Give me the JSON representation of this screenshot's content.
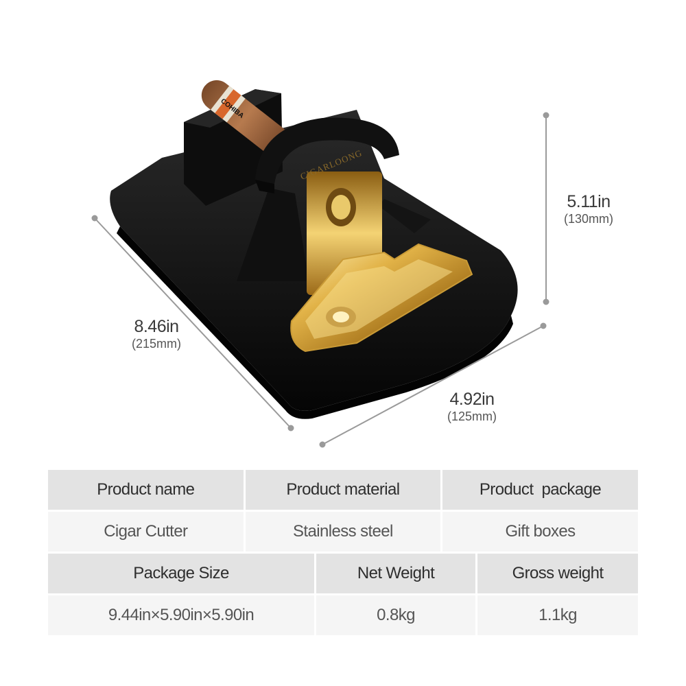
{
  "product": {
    "engraving": "CIGARLOONG",
    "cigar_band": "COHIBA"
  },
  "dimensions": {
    "height": {
      "imperial": "5.11in",
      "metric": "(130mm)"
    },
    "length": {
      "imperial": "8.46in",
      "metric": "(215mm)"
    },
    "width": {
      "imperial": "4.92in",
      "metric": "(125mm)"
    }
  },
  "specs": {
    "row1": {
      "headers": [
        "Product name",
        "Product material",
        "Product  package"
      ],
      "values": [
        "Cigar Cutter",
        "Stainless steel",
        "Gift boxes"
      ]
    },
    "row2": {
      "headers": [
        "Package Size",
        "Net Weight",
        "Gross weight"
      ],
      "values": [
        "9.44in×5.90in×5.90in",
        "0.8kg",
        "1.1kg"
      ]
    }
  },
  "colors": {
    "body": "#0b0b0b",
    "gold": "#d6a53a",
    "header_bg": "#e3e3e3",
    "value_bg": "#f5f5f5",
    "dim_line": "#9a9a9a"
  }
}
